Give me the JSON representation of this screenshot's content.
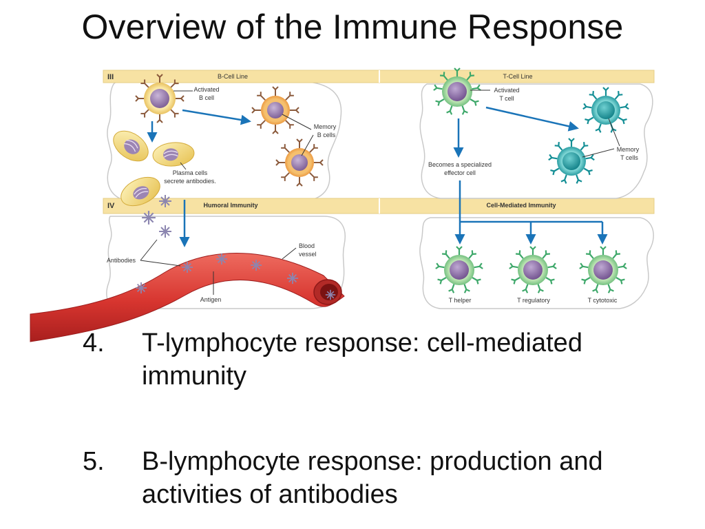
{
  "slide": {
    "title": "Overview of the Immune Response"
  },
  "diagram": {
    "left": {
      "panel_number": "III",
      "panel_title": "B-Cell Line",
      "activated_label": [
        "Activated",
        "B cell"
      ],
      "memory_label": [
        "Memory",
        "B cells"
      ],
      "plasma_label": [
        "Plasma cells",
        "secrete antibodies."
      ],
      "lower_panel_number": "IV",
      "lower_panel_title": "Humoral Immunity",
      "antibodies_label": "Antibodies",
      "blood_vessel_label": [
        "Blood",
        "vessel"
      ],
      "antigen_label": "Antigen"
    },
    "right": {
      "panel_title": "T-Cell Line",
      "activated_label": [
        "Activated",
        "T cell"
      ],
      "memory_label": [
        "Memory",
        "T cells"
      ],
      "effector_label": [
        "Becomes a specialized",
        "effector cell"
      ],
      "lower_panel_title": "Cell-Mediated Immunity",
      "t_cells": [
        "T helper",
        "T regulatory",
        "T cytotoxic"
      ]
    },
    "colors": {
      "band": "#f7e2a3",
      "arrow": "#1a74b8",
      "b_cell_ring": "#f0a24a",
      "t_cell_ring": "#7fc98a",
      "memory_t_ring": "#1aa2a8",
      "vessel": "#d7352f"
    }
  },
  "points": [
    {
      "number": "4.",
      "text": "T-lymphocyte response:  cell-mediated immunity"
    },
    {
      "number": "5.",
      "text": "B-lymphocyte response:  production and activities of antibodies"
    }
  ]
}
